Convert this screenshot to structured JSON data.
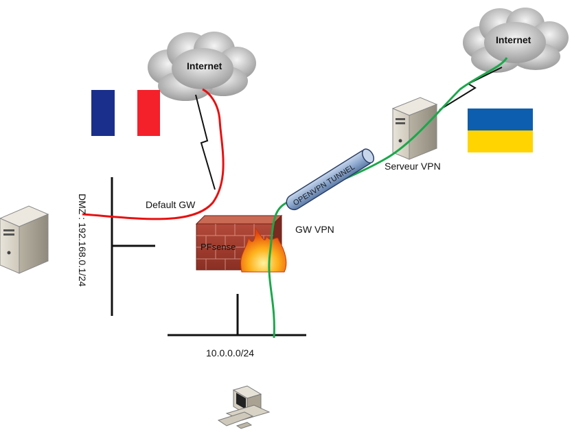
{
  "diagram": {
    "clouds": [
      {
        "label": "Internet"
      },
      {
        "label": "Internet"
      }
    ],
    "labels": {
      "default_gw": "Default GW",
      "gw_vpn": "GW VPN",
      "serveur_vpn": "Serveur VPN",
      "lan_subnet": "10.0.0.0/24",
      "dmz_subnet": "DMZ : 192.168.0.1/24",
      "tunnel": "OPENVPN TUNNEL",
      "firewall": "PFsense"
    },
    "flags": [
      {
        "country": "France",
        "colors": [
          "#1a2f8c",
          "#ffffff",
          "#f4202a"
        ]
      },
      {
        "country": "Ukraine",
        "colors": [
          "#0d5eaf",
          "#ffd400"
        ]
      }
    ],
    "link_colors": {
      "default_route": "#e81010",
      "vpn_route": "#1aa84a",
      "wire": "#111111"
    }
  }
}
